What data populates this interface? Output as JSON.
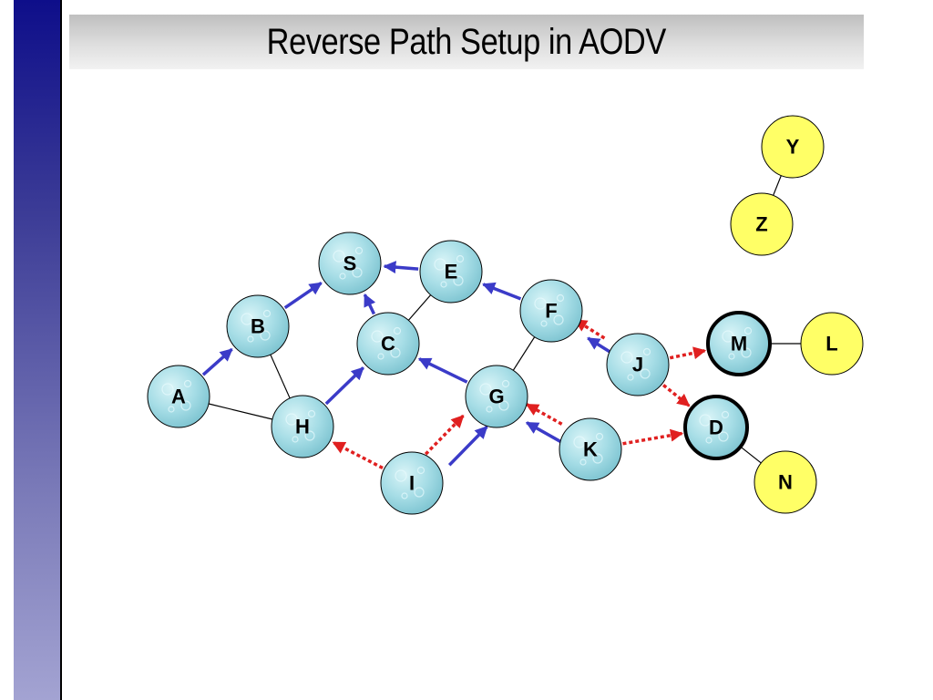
{
  "title": "Reverse Path Setup in AODV",
  "colors": {
    "node_fill": "#9fdbe3",
    "yellow_node_fill": "#ffff66",
    "forward_arrow": "#3b3bc8",
    "reverse_arrow": "#e02020",
    "link": "#000000"
  },
  "nodes": [
    {
      "id": "S",
      "label": "S",
      "style": "blue"
    },
    {
      "id": "E",
      "label": "E",
      "style": "blue"
    },
    {
      "id": "B",
      "label": "B",
      "style": "blue"
    },
    {
      "id": "C",
      "label": "C",
      "style": "blue"
    },
    {
      "id": "F",
      "label": "F",
      "style": "blue"
    },
    {
      "id": "A",
      "label": "A",
      "style": "blue"
    },
    {
      "id": "H",
      "label": "H",
      "style": "blue"
    },
    {
      "id": "G",
      "label": "G",
      "style": "blue"
    },
    {
      "id": "J",
      "label": "J",
      "style": "blue"
    },
    {
      "id": "I",
      "label": "I",
      "style": "blue"
    },
    {
      "id": "K",
      "label": "K",
      "style": "blue"
    },
    {
      "id": "M",
      "label": "M",
      "style": "blue-bold"
    },
    {
      "id": "D",
      "label": "D",
      "style": "blue-bold"
    },
    {
      "id": "Y",
      "label": "Y",
      "style": "yellow"
    },
    {
      "id": "Z",
      "label": "Z",
      "style": "yellow"
    },
    {
      "id": "L",
      "label": "L",
      "style": "yellow"
    },
    {
      "id": "N",
      "label": "N",
      "style": "yellow"
    }
  ],
  "links": [
    [
      "A",
      "H"
    ],
    [
      "B",
      "H"
    ],
    [
      "C",
      "E"
    ],
    [
      "F",
      "G"
    ],
    [
      "M",
      "L"
    ],
    [
      "D",
      "N"
    ],
    [
      "Y",
      "Z"
    ]
  ],
  "forward_arrows": [
    [
      "A",
      "B"
    ],
    [
      "B",
      "S"
    ],
    [
      "E",
      "S"
    ],
    [
      "C",
      "S"
    ],
    [
      "F",
      "E"
    ],
    [
      "H",
      "C"
    ],
    [
      "G",
      "C"
    ],
    [
      "J",
      "F"
    ],
    [
      "I",
      "G"
    ],
    [
      "K",
      "G"
    ]
  ],
  "reverse_arrows": [
    [
      "I",
      "H"
    ],
    [
      "I",
      "G"
    ],
    [
      "K",
      "G"
    ],
    [
      "K",
      "D"
    ],
    [
      "J",
      "F"
    ],
    [
      "J",
      "M"
    ],
    [
      "J",
      "D"
    ]
  ]
}
